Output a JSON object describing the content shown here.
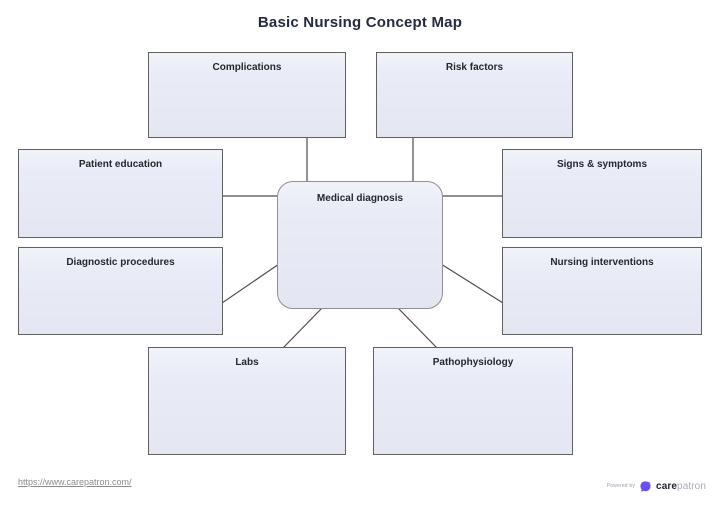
{
  "page": {
    "title": "Basic Nursing Concept Map"
  },
  "map": {
    "center": {
      "label": "Medical diagnosis"
    },
    "nodes": [
      {
        "id": "complications",
        "label": "Complications"
      },
      {
        "id": "risk-factors",
        "label": "Risk factors"
      },
      {
        "id": "patient-education",
        "label": "Patient education"
      },
      {
        "id": "signs-symptoms",
        "label": "Signs & symptoms"
      },
      {
        "id": "diagnostic-procedures",
        "label": "Diagnostic procedures"
      },
      {
        "id": "nursing-interventions",
        "label": "Nursing interventions"
      },
      {
        "id": "labs",
        "label": "Labs"
      },
      {
        "id": "pathophysiology",
        "label": "Pathophysiology"
      }
    ]
  },
  "footer": {
    "url": "https://www.carepatron.com/",
    "powered_by_label": "Powered by",
    "brand_bold": "care",
    "brand_light": "patron"
  },
  "colors": {
    "node_fill": "#e8ebf5",
    "node_border": "#606060",
    "connector": "#4d4d4d",
    "title_text": "#242b40",
    "brand_purple": "#6d4df2",
    "footer_text": "#8c8c8c"
  }
}
